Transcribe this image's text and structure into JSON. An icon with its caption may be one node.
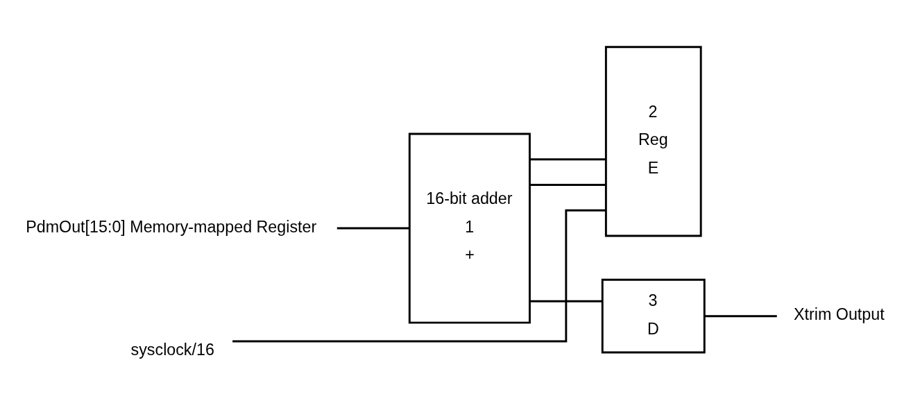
{
  "diagram": {
    "nodes": [
      {
        "text": [
          "PdmOut[15:0] Memory-mapped Register"
        ]
      },
      {
        "text": [
          "16-bit adder",
          "1",
          "+"
        ]
      },
      {
        "text": [
          "2",
          "Reg",
          "E"
        ]
      },
      {
        "text": [
          "3",
          "D"
        ]
      },
      {
        "text": [
          "Xtrim Output"
        ]
      },
      {
        "text": [
          "sysclock/16"
        ]
      }
    ],
    "edges": [
      {
        "from": 0,
        "to": 1,
        "arrow": "none"
      },
      {
        "from": 1,
        "to": 3,
        "arrow": "none"
      },
      {
        "from": 1,
        "to": 2,
        "arrow": "none"
      },
      {
        "from": 2,
        "to": 1,
        "arrow": "none"
      },
      {
        "from": 3,
        "to": 4,
        "arrow": "none"
      },
      {
        "from": 5,
        "to": 2,
        "arrow": "none"
      }
    ]
  }
}
